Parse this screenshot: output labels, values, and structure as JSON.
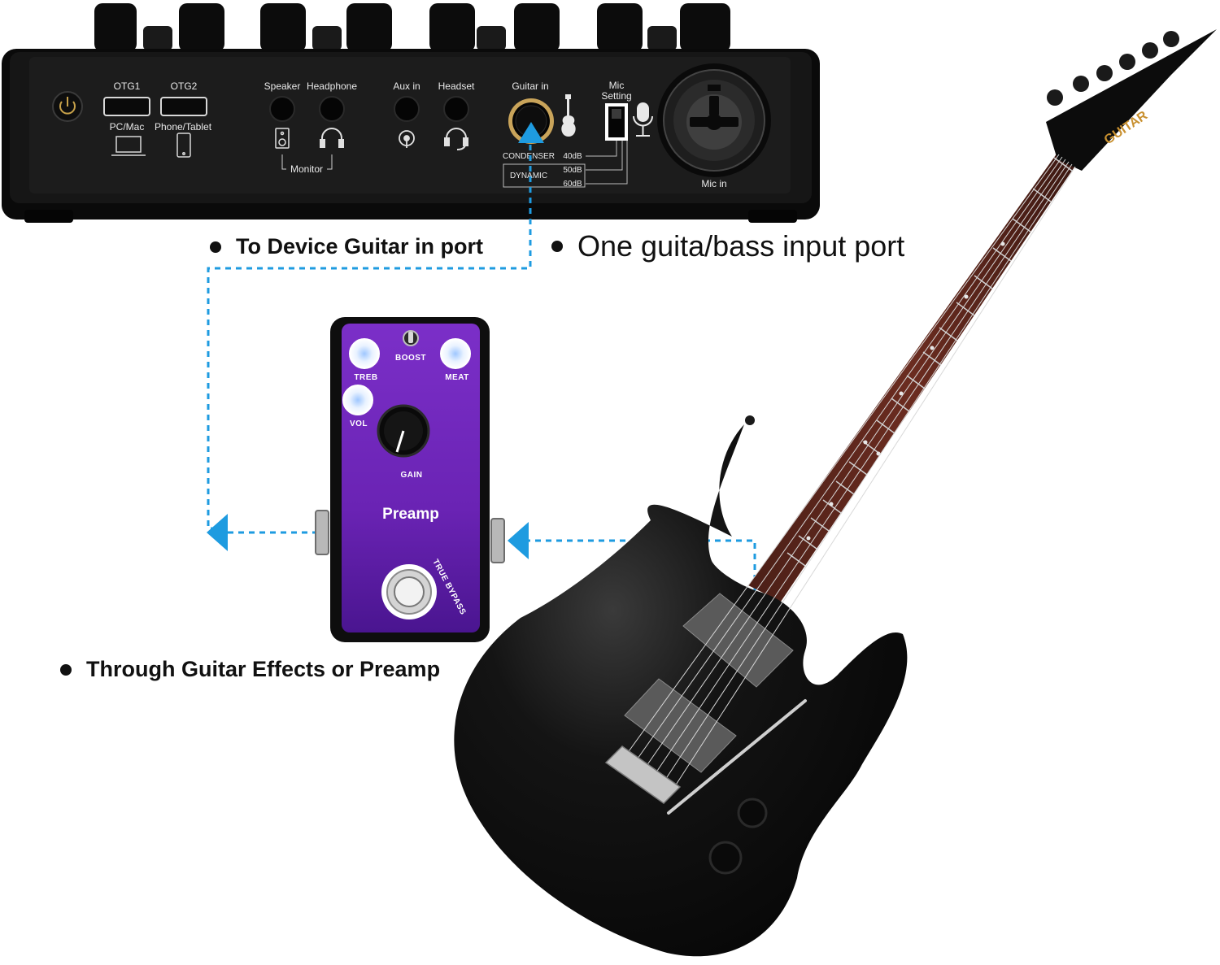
{
  "device": {
    "otg1": "OTG1",
    "otg2": "OTG2",
    "pc_mac": "PC/Mac",
    "phone_tablet": "Phone/Tablet",
    "speaker": "Speaker",
    "headphone": "Headphone",
    "monitor": "Monitor",
    "aux_in": "Aux in",
    "headset": "Headset",
    "guitar_in": "Guitar in",
    "mic_line1": "Mic",
    "mic_line2": "Setting",
    "condenser": "CONDENSER",
    "dynamic": "DYNAMIC",
    "gain_40": "40dB",
    "gain_50": "50dB",
    "gain_60": "60dB",
    "mic_in": "Mic in"
  },
  "pedal": {
    "boost": "BOOST",
    "treb": "TREB",
    "meat": "MEAT",
    "vol": "VOL",
    "gain": "GAIN",
    "name": "Preamp",
    "true_bypass": "TRUE BYPASS"
  },
  "guitar": {
    "headstock_logo": "GUITAR"
  },
  "captions": {
    "to_device": "To Device Guitar in port",
    "one_input": "One guita/bass input port",
    "through_effects": "Through Guitar Effects or Preamp"
  },
  "colors": {
    "arrow": "#1e9be0",
    "pedal_purple": "#6a23b4",
    "device_body": "#141414",
    "guitar_body": "#0b0b0b"
  }
}
